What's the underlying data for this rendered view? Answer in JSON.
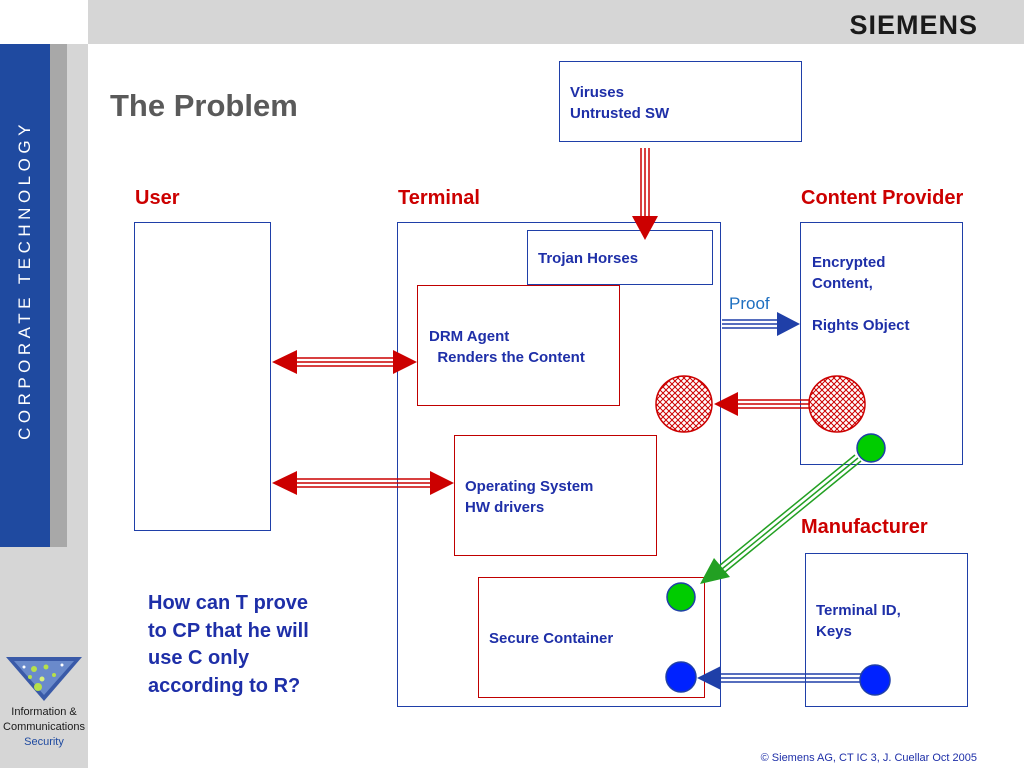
{
  "header": {
    "brand": "SIEMENS"
  },
  "sidebar": {
    "vertical_text": "CORPORATE   TECHNOLOGY",
    "logo_line1": "Information &",
    "logo_line2": "Communications",
    "logo_line3": "Security"
  },
  "title": "The Problem",
  "columns": {
    "user": "User",
    "terminal": "Terminal",
    "content_provider": "Content Provider",
    "manufacturer": "Manufacturer"
  },
  "boxes": {
    "viruses": "Viruses\nUntrusted SW",
    "trojan": "Trojan Horses",
    "drm_agent": "DRM Agent\n  Renders the Content",
    "os": "Operating System\nHW drivers",
    "secure_container": "Secure Container",
    "content": "Encrypted\nContent,\n\nRights Object",
    "manufacturer_box": "Terminal ID,\nKeys"
  },
  "labels": {
    "proof": "Proof"
  },
  "question": "How can T prove\nto CP that he will\nuse C only\naccording to R?",
  "footer": "© Siemens AG, CT IC 3, J. Cuellar  Oct 2005",
  "colors": {
    "brand_blue": "#1f4aa0",
    "header_red": "#cc0000",
    "text_blue": "#1e2fa8",
    "arrow_red": "#cc0000",
    "arrow_green": "#22a022",
    "dot_green": "#00cc00",
    "dot_blue": "#0022ff"
  }
}
